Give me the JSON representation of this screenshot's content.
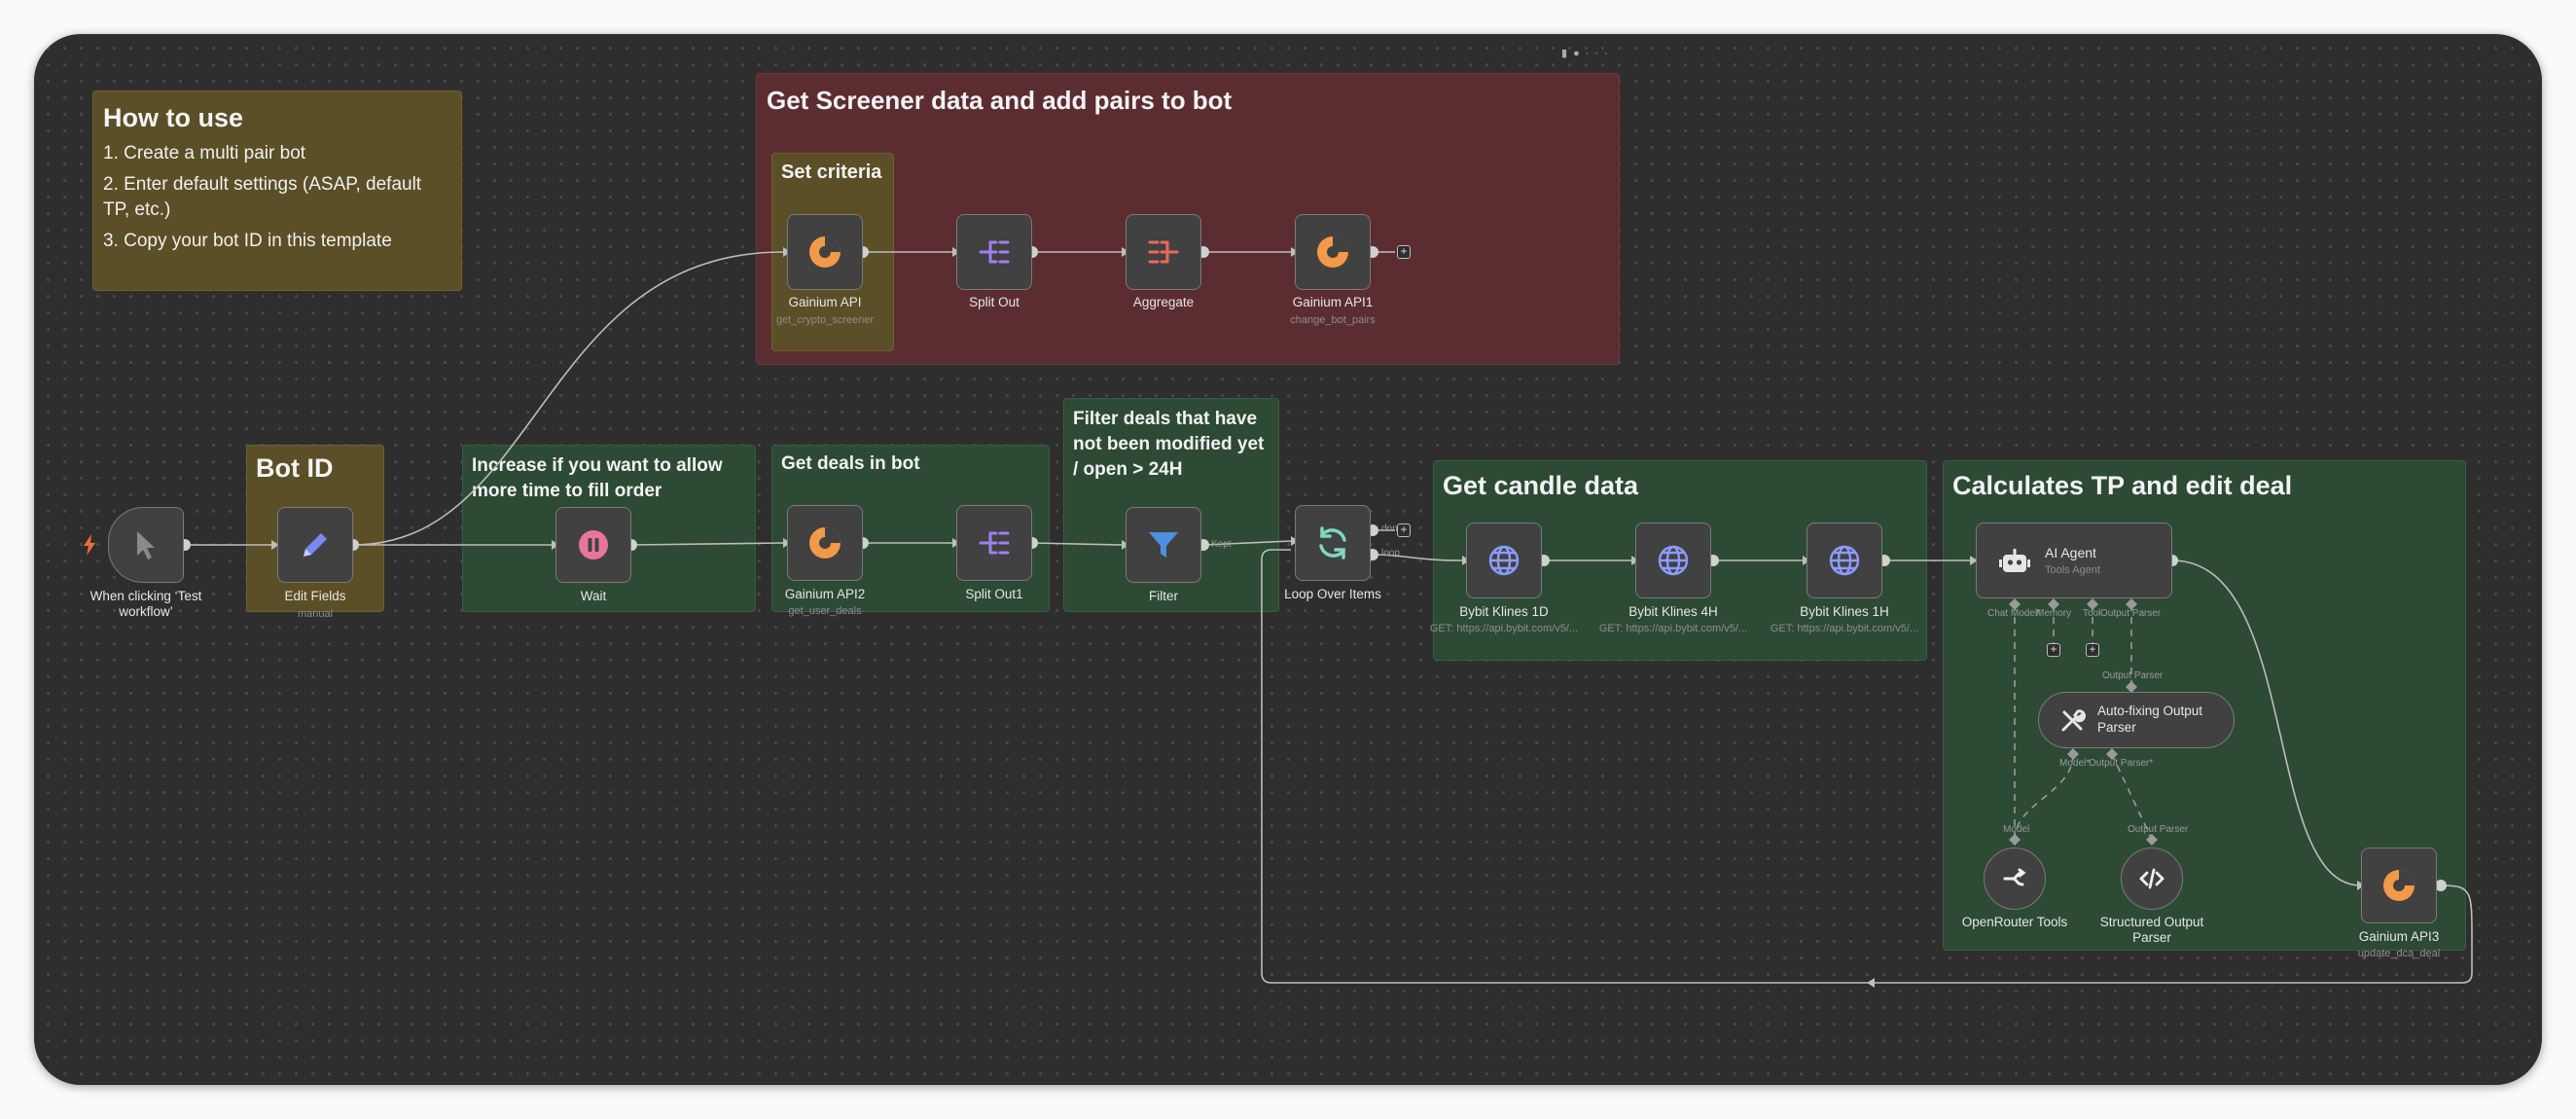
{
  "toolbar_icons": [
    "delete-icon",
    "palette-icon",
    "more-icon"
  ],
  "stickies": {
    "how_to": {
      "title": "How to use",
      "items": [
        "1. Create a multi pair bot",
        "2. Enter default settings (ASAP, default TP, etc.)",
        "3. Copy your bot ID in this template"
      ]
    },
    "screener": {
      "title": "Get Screener data and add pairs to bot"
    },
    "criteria": {
      "title": "Set criteria"
    },
    "bot_id": {
      "title": "Bot ID"
    },
    "wait_note": {
      "title": "Increase if you want to allow more time to fill order"
    },
    "deals": {
      "title": "Get deals in bot"
    },
    "filter_note": {
      "title": "Filter deals that have not been modified yet / open > 24H"
    },
    "candles": {
      "title": "Get candle data"
    },
    "tp": {
      "title": "Calculates TP and edit deal"
    }
  },
  "nodes": {
    "trigger": {
      "label": "When clicking ‘Test workflow’"
    },
    "edit_fields": {
      "label": "Edit Fields",
      "sub": "manual"
    },
    "gainium_api": {
      "label": "Gainium API",
      "sub": "get_crypto_screener"
    },
    "split_out": {
      "label": "Split Out"
    },
    "aggregate": {
      "label": "Aggregate"
    },
    "gainium_api1": {
      "label": "Gainium API1",
      "sub": "change_bot_pairs"
    },
    "wait": {
      "label": "Wait"
    },
    "gainium_api2": {
      "label": "Gainium API2",
      "sub": "get_user_deals"
    },
    "split_out1": {
      "label": "Split Out1"
    },
    "filter": {
      "label": "Filter",
      "port": "Kept"
    },
    "loop": {
      "label": "Loop Over Items",
      "port_done": "done",
      "port_loop": "loop"
    },
    "bybit_1d": {
      "label": "Bybit Klines 1D",
      "sub": "GET: https://api.bybit.com/v5/..."
    },
    "bybit_4h": {
      "label": "Bybit Klines 4H",
      "sub": "GET: https://api.bybit.com/v5/..."
    },
    "bybit_1h": {
      "label": "Bybit Klines 1H",
      "sub": "GET: https://api.bybit.com/v5/..."
    },
    "ai_agent": {
      "label": "AI Agent",
      "sub": "Tools Agent",
      "ports": [
        "Chat Model*",
        "Memory",
        "Tool",
        "Output Parser"
      ]
    },
    "autofix": {
      "label": "Auto-fixing Output Parser",
      "top_port": "Output Parser",
      "ports": [
        "Model*",
        "Output Parser*"
      ]
    },
    "openrouter": {
      "label": "OpenRouter Tools",
      "port": "Model"
    },
    "structured": {
      "label": "Structured Output Parser",
      "port": "Output Parser"
    },
    "gainium_api3": {
      "label": "Gainium API3",
      "sub": "update_dca_deal"
    }
  },
  "colors": {
    "canvas": "#2e2e2e",
    "yellow": "#5a4f26",
    "red": "#5b2d31",
    "green": "#2d4a34",
    "orange": "#f2994a",
    "purple": "#a07ff0",
    "pink": "#e8769a",
    "blue": "#4f8fe0",
    "teal": "#7fd6c2",
    "edge": "#bdbdbd"
  }
}
